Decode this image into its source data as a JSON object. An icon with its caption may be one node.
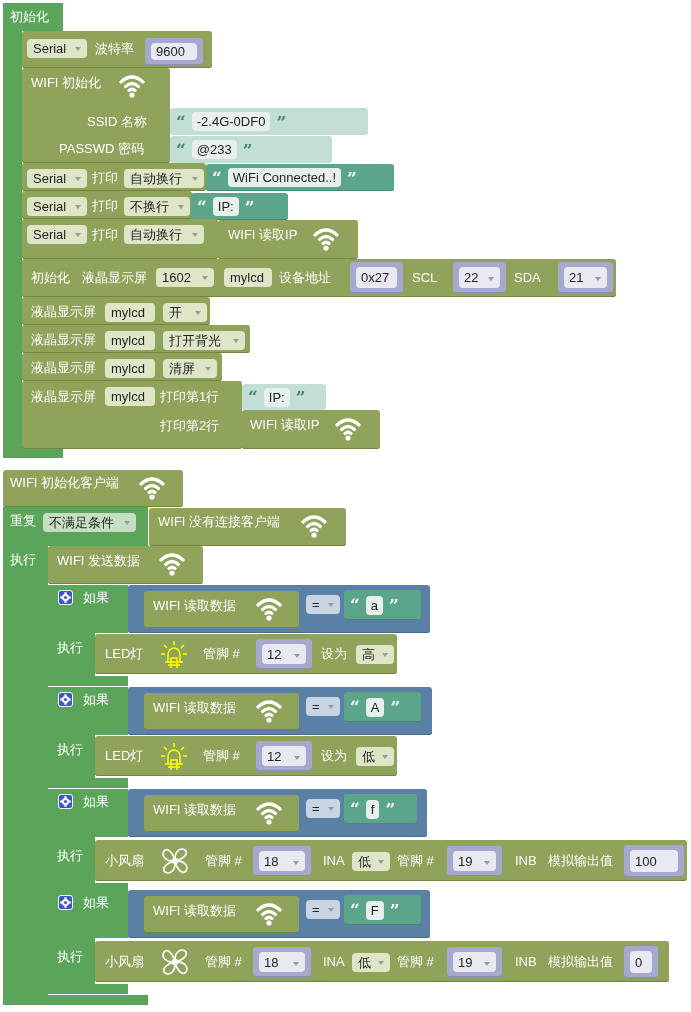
{
  "diagram": {
    "nodes": [
      {
        "text": [
          "初始化"
        ]
      },
      {
        "text": [
          "波特率"
        ]
      },
      {
        "text": [
          "Serial"
        ],
        "in": 1
      },
      {
        "text": [
          "9600"
        ],
        "in": 1
      },
      {
        "text": [
          "WIFI 初始化",
          "SSID 名称",
          "PASSWD 密码"
        ]
      },
      {
        "text": [
          "“",
          "-2.4G-0DF0",
          "”"
        ]
      },
      {
        "text": [
          "“",
          "@233",
          "”"
        ]
      },
      {
        "text": [
          "打印"
        ]
      },
      {
        "text": [
          "Serial"
        ],
        "in": 7
      },
      {
        "text": [
          "自动换行"
        ],
        "in": 7
      },
      {
        "text": [
          "“",
          "WiFi Connected..!",
          "”"
        ]
      },
      {
        "text": [
          "打印"
        ]
      },
      {
        "text": [
          "Serial"
        ],
        "in": 11
      },
      {
        "text": [
          "不换行"
        ],
        "in": 11
      },
      {
        "text": [
          "“",
          "IP:",
          "”"
        ]
      },
      {
        "text": [
          "打印"
        ]
      },
      {
        "text": [
          "Serial"
        ],
        "in": 15
      },
      {
        "text": [
          "自动换行"
        ],
        "in": 15
      },
      {
        "text": [
          "WIFI 读取IP"
        ]
      },
      {
        "text": [
          "初始化",
          "液晶显示屏",
          "设备地址",
          "SCL",
          "SDA"
        ]
      },
      {
        "text": [
          "1602"
        ],
        "in": 19
      },
      {
        "text": [
          "mylcd"
        ],
        "in": 19
      },
      {
        "text": [
          "0x27"
        ],
        "in": 19
      },
      {
        "text": [
          "22"
        ],
        "in": 19
      },
      {
        "text": [
          "21"
        ],
        "in": 19
      },
      {
        "text": [
          "液晶显示屏"
        ]
      },
      {
        "text": [
          "mylcd"
        ],
        "in": 25
      },
      {
        "text": [
          "开"
        ],
        "in": 25
      },
      {
        "text": [
          "液晶显示屏"
        ]
      },
      {
        "text": [
          "mylcd"
        ],
        "in": 28
      },
      {
        "text": [
          "打开背光"
        ],
        "in": 28
      },
      {
        "text": [
          "液晶显示屏"
        ]
      },
      {
        "text": [
          "mylcd"
        ],
        "in": 31
      },
      {
        "text": [
          "清屏"
        ],
        "in": 31
      },
      {
        "text": [
          "液晶显示屏",
          "打印第1行",
          "打印第2行"
        ]
      },
      {
        "text": [
          "mylcd"
        ],
        "in": 34
      },
      {
        "text": [
          "“",
          "IP:",
          "”"
        ]
      },
      {
        "text": [
          "WIFI 读取IP"
        ]
      },
      {
        "text": [
          "WIFI 初始化客户端"
        ]
      },
      {
        "text": [
          "重复",
          "执行"
        ]
      },
      {
        "text": [
          "不满足条件"
        ],
        "in": 39
      },
      {
        "text": [
          "WIFI 没有连接客户端"
        ]
      },
      {
        "text": [
          "WIFI 发送数据"
        ]
      },
      {
        "text": [
          "如果",
          "执行"
        ]
      },
      {
        "text": [],
        "shape": "box"
      },
      {
        "text": [
          "WIFI 读取数据"
        ],
        "in": 44
      },
      {
        "text": [
          "="
        ],
        "in": 44
      },
      {
        "text": [
          "“",
          "a",
          "”"
        ],
        "in": 44
      },
      {
        "text": [
          "LED灯",
          "管脚 #",
          "设为"
        ]
      },
      {
        "text": [
          "12"
        ],
        "in": 48
      },
      {
        "text": [
          "高"
        ],
        "in": 48
      },
      {
        "text": [
          "如果",
          "执行"
        ]
      },
      {
        "text": [],
        "shape": "box"
      },
      {
        "text": [
          "WIFI 读取数据"
        ],
        "in": 52
      },
      {
        "text": [
          "="
        ],
        "in": 52
      },
      {
        "text": [
          "“",
          "A",
          "”"
        ],
        "in": 52
      },
      {
        "text": [
          "LED灯",
          "管脚 #",
          "设为"
        ]
      },
      {
        "text": [
          "12"
        ],
        "in": 56
      },
      {
        "text": [
          "低"
        ],
        "in": 56
      },
      {
        "text": [
          "如果",
          "执行"
        ]
      },
      {
        "text": [],
        "shape": "box"
      },
      {
        "text": [
          "WIFI 读取数据"
        ],
        "in": 60
      },
      {
        "text": [
          "="
        ],
        "in": 60
      },
      {
        "text": [
          "“",
          "f",
          "”"
        ],
        "in": 60
      },
      {
        "text": [
          "小风扇",
          "管脚 #",
          "INA",
          "管脚 #",
          "INB",
          "模拟输出值"
        ]
      },
      {
        "text": [
          "18"
        ],
        "in": 64
      },
      {
        "text": [
          "低"
        ],
        "in": 64
      },
      {
        "text": [
          "19"
        ],
        "in": 64
      },
      {
        "text": [
          "100"
        ],
        "in": 64
      },
      {
        "text": [
          "如果",
          "执行"
        ]
      },
      {
        "text": [],
        "shape": "box"
      },
      {
        "text": [
          "WIFI 读取数据"
        ],
        "in": 70
      },
      {
        "text": [
          "="
        ],
        "in": 70
      },
      {
        "text": [
          "“",
          "F",
          "”"
        ],
        "in": 70
      },
      {
        "text": [
          "小风扇",
          "管脚 #",
          "INA",
          "管脚 #",
          "INB",
          "模拟输出值"
        ]
      },
      {
        "text": [
          "18"
        ],
        "in": 74
      },
      {
        "text": [
          "低"
        ],
        "in": 74
      },
      {
        "text": [
          "19"
        ],
        "in": 74
      },
      {
        "text": [
          "0"
        ],
        "in": 74
      }
    ]
  }
}
